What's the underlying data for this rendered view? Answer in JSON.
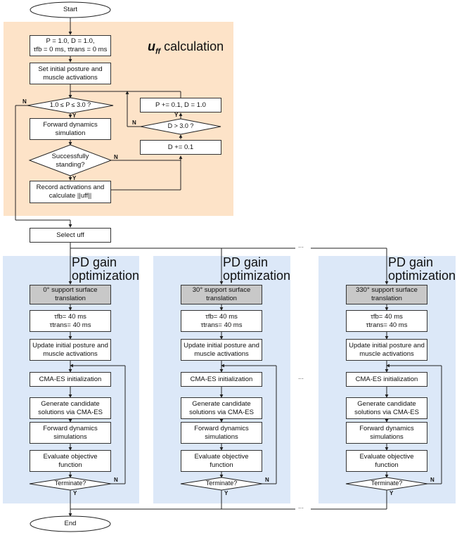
{
  "colors": {
    "uff_region": "#fde3c8",
    "pd_region": "#dce8f8",
    "gray_box": "#c8c8c8"
  },
  "start": "Start",
  "end": "End",
  "uff": {
    "title_var": "u",
    "title_sub": "ff",
    "title_text": " calculation",
    "init_line1": "P = 1.0, D = 1.0,",
    "init_line2": "τfb = 0 ms, τtrans = 0 ms",
    "set_posture": "Set initial posture and muscle activations",
    "p_check": "1.0 ≤ P ≤ 3.0 ?",
    "forward": "Forward dynamics simulation",
    "standing": "Successfully standing?",
    "record_line1": "Record activations and",
    "record_line2": "calculate ||uff||",
    "p_inc": "P += 0.1, D = 1.0",
    "d_check": "D > 3.0 ?",
    "d_inc": "D += 0.1"
  },
  "select": "Select uff",
  "labels": {
    "yes": "Y",
    "no": "N"
  },
  "ellipsis": "···",
  "pd": {
    "title_line1": "PD gain",
    "title_line2": "optimization",
    "tau": "τfb= 40 ms",
    "tau2": "τtrans= 40 ms",
    "update": "Update initial posture and muscle activations",
    "cma_init": "CMA-ES initialization",
    "generate": "Generate candidate solutions via CMA-ES",
    "forward": "Forward dynamics simulations",
    "evaluate": "Evaluate objective function",
    "terminate": "Terminate?",
    "columns": [
      {
        "surface": "0° support surface translation"
      },
      {
        "surface": "30° support surface translation"
      },
      {
        "surface": "330° support surface translation"
      }
    ]
  }
}
